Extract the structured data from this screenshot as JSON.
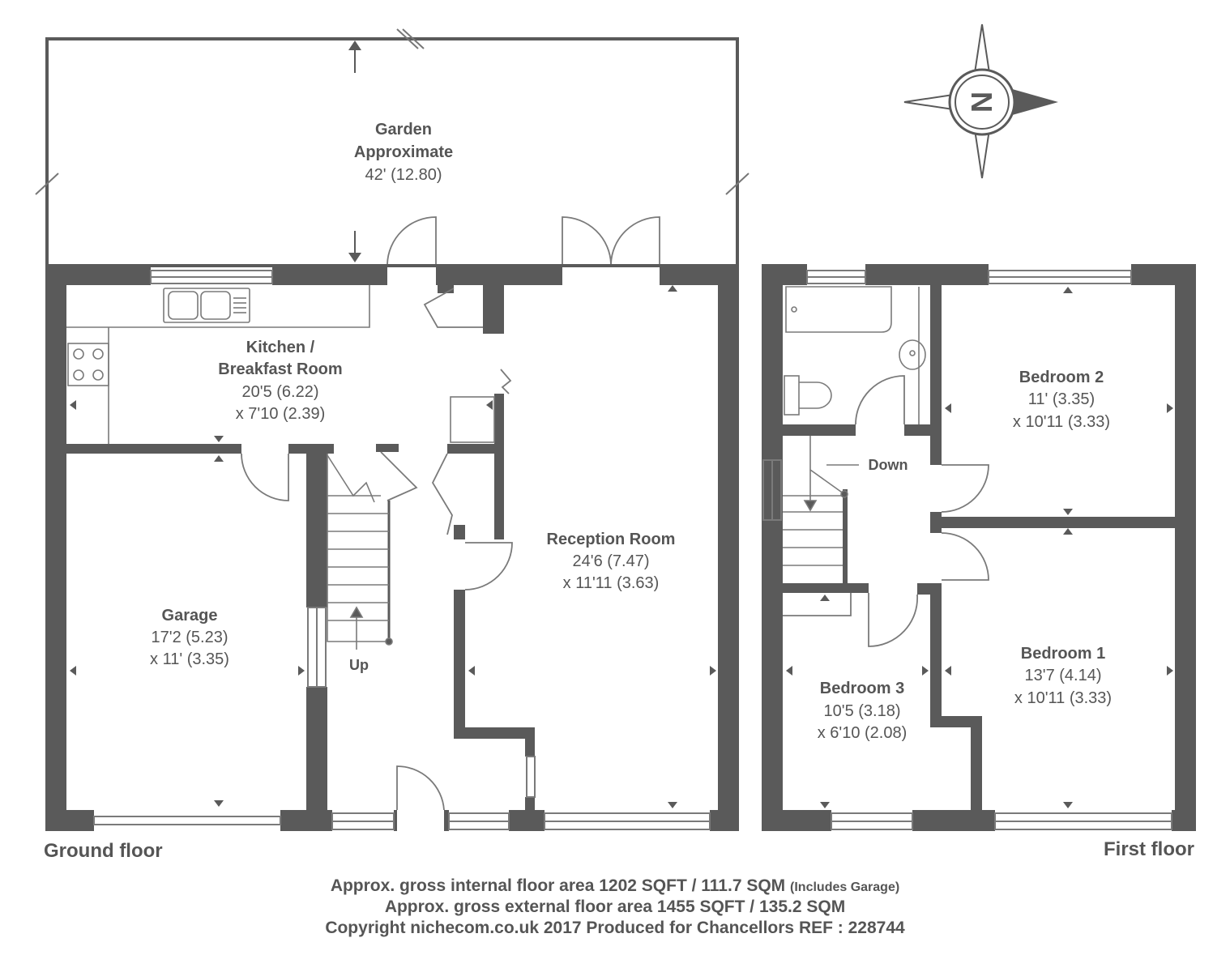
{
  "rooms": {
    "garden": {
      "name1": "Garden",
      "name2": "Approximate",
      "dim": "42' (12.80)"
    },
    "kitchen": {
      "name1": "Kitchen /",
      "name2": "Breakfast Room",
      "dim1": "20'5 (6.22)",
      "dim2": "x 7'10 (2.39)"
    },
    "reception": {
      "name": "Reception Room",
      "dim1": "24'6 (7.47)",
      "dim2": "x 11'11 (3.63)"
    },
    "garage": {
      "name": "Garage",
      "dim1": "17'2 (5.23)",
      "dim2": "x 11' (3.35)"
    },
    "bedroom2": {
      "name": "Bedroom 2",
      "dim1": "11' (3.35)",
      "dim2": "x 10'11 (3.33)"
    },
    "bedroom1": {
      "name": "Bedroom 1",
      "dim1": "13'7 (4.14)",
      "dim2": "x 10'11 (3.33)"
    },
    "bedroom3": {
      "name": "Bedroom 3",
      "dim1": "10'5 (3.18)",
      "dim2": "x 6'10 (2.08)"
    }
  },
  "stairs": {
    "up": "Up",
    "down": "Down"
  },
  "floors": {
    "ground": "Ground floor",
    "first": "First floor"
  },
  "compass": {
    "letter": "N",
    "icon": "north-compass-icon"
  },
  "footer": {
    "internal": "Approx. gross internal floor area 1202 SQFT / 111.7 SQM",
    "includes": "(Includes Garage)",
    "external": "Approx. gross external floor area 1455 SQFT / 135.2 SQM",
    "copyright": "Copyright nichecom.co.uk 2017 Produced for Chancellors REF : 228744"
  },
  "colors": {
    "wall": "#5a5a5a",
    "text": "#555555",
    "line": "#7a7a7a"
  }
}
